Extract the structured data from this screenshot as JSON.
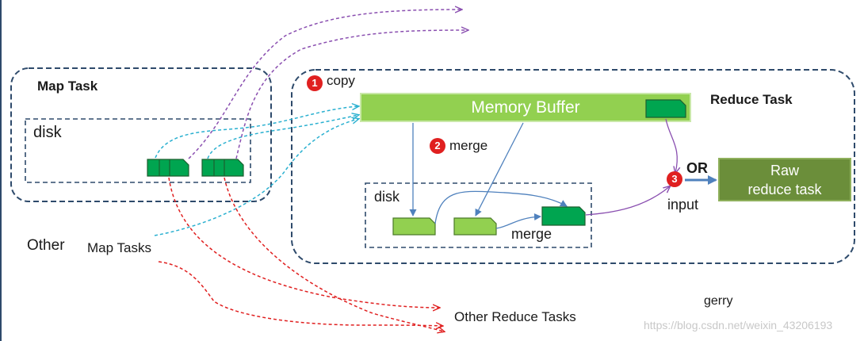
{
  "map_task": {
    "title": "Map Task",
    "disk_label": "disk"
  },
  "other_map_tasks": {
    "other": "Other",
    "map_tasks": "Map Tasks"
  },
  "reduce_task": {
    "title": "Reduce Task",
    "memory_buffer": "Memory Buffer",
    "disk_label": "disk",
    "merge_inner_label": "merge",
    "or_label": "OR",
    "input_label": "input",
    "raw_reduce_line1": "Raw",
    "raw_reduce_line2": "reduce task"
  },
  "steps": {
    "step1_number": "1",
    "step1_label": "copy",
    "step2_number": "2",
    "step2_label": "merge",
    "step3_number": "3"
  },
  "other_reduce_tasks": "Other Reduce Tasks",
  "author": "gerry",
  "watermark": "https://blog.csdn.net/weixin_43206193",
  "colors": {
    "frame_border": "#2e4a6b",
    "memory_buffer_fill": "#92d050",
    "segment_dark": "#00a550",
    "segment_light": "#92d050",
    "raw_reduce_fill": "#6b8e3a",
    "copy_arrow": "#2ab0d0",
    "purple_arrow": "#8a4fb0",
    "red_arrow": "#e02020",
    "blue_arrow": "#4f81bd",
    "badge": "#e02020"
  }
}
